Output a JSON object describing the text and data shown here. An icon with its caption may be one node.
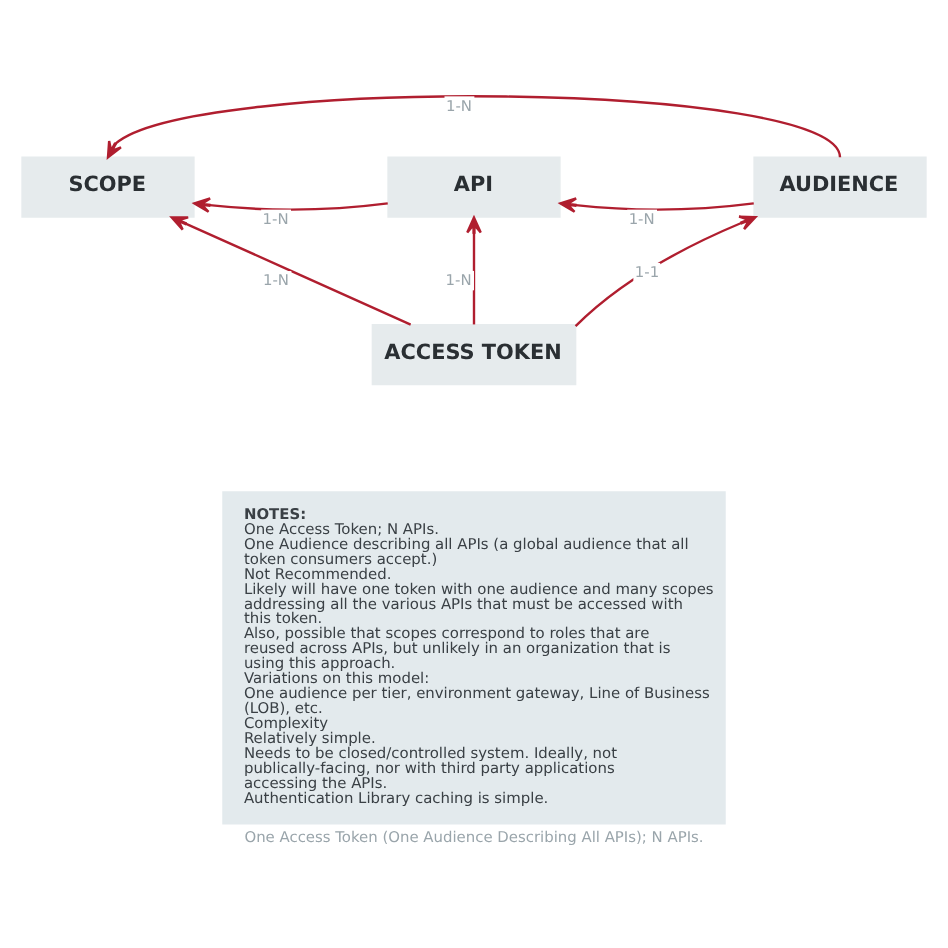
{
  "diagram": {
    "caption": "One Access Token (One Audience Describing All APIs); N APIs.",
    "nodes": [
      {
        "text": [
          "SCOPE"
        ]
      },
      {
        "text": [
          "API"
        ]
      },
      {
        "text": [
          "AUDIENCE"
        ]
      },
      {
        "text": [
          "ACCESS TOKEN"
        ]
      },
      {
        "text": [
          "NOTES:",
          "One Access Token; N APIs.",
          "One Audience describing all APIs (a global audience that all token consumers accept.)",
          "Not Recommended.",
          "Likely will have one token with one audience and many scopes addressing all the various APIs that must be accessed with this token.",
          "Also, possible that scopes correspond to roles that are reused across APIs, but unlikely in an organization that is using this approach.",
          "Variations on this model:",
          "One audience per tier, environment gateway, Line of Business (LOB), etc.",
          "Complexity",
          "Relatively simple.",
          "Needs to be closed/controlled system. Ideally, not publically-facing, nor with third party applications accessing the APIs.",
          "Authentication Library caching is simple."
        ]
      }
    ],
    "edges": [
      {
        "from": 2,
        "to": 0,
        "arrow": "to",
        "label": "1-N"
      },
      {
        "from": 1,
        "to": 0,
        "arrow": "to",
        "label": "1-N"
      },
      {
        "from": 2,
        "to": 1,
        "arrow": "to",
        "label": "1-N"
      },
      {
        "from": 3,
        "to": 1,
        "arrow": "to",
        "label": "1-N"
      },
      {
        "from": 3,
        "to": 0,
        "arrow": "to",
        "label": "1-N"
      },
      {
        "from": 3,
        "to": 2,
        "arrow": "to",
        "label": "1-1"
      }
    ]
  }
}
